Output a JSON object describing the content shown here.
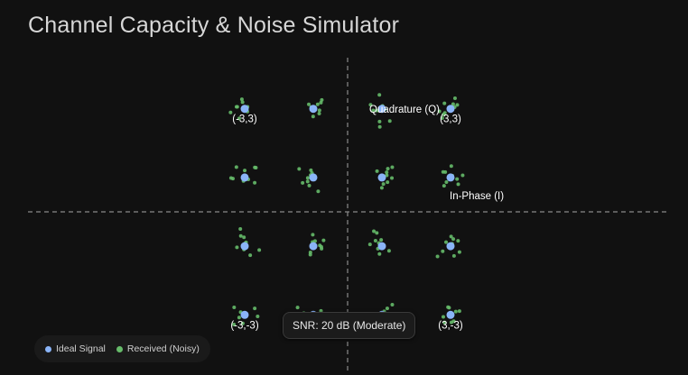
{
  "title": "Channel Capacity & Noise Simulator",
  "axes": {
    "quadrature_label": "Quadrature (Q)",
    "in_phase_label": "In-Phase (I)"
  },
  "corner_labels": {
    "top_left": "(-3,3)",
    "top_right": "(3,3)",
    "bottom_left": "(-3,-3)",
    "bottom_right": "(3,-3)"
  },
  "snr_badge": "SNR: 20 dB (Moderate)",
  "legend": {
    "ideal": "Ideal Signal",
    "received": "Received (Noisy)"
  },
  "colors": {
    "ideal": "#8ab4f8",
    "received": "#66bb6a",
    "axis": "#8a8a8a"
  },
  "chart_data": {
    "type": "scatter",
    "constellation": "16-QAM",
    "xlim": [
      -4,
      4
    ],
    "ylim": [
      -4,
      4
    ],
    "ideal_points": [
      [
        -3,
        3
      ],
      [
        -1,
        3
      ],
      [
        1,
        3
      ],
      [
        3,
        3
      ],
      [
        -3,
        1
      ],
      [
        -1,
        1
      ],
      [
        1,
        1
      ],
      [
        3,
        1
      ],
      [
        -3,
        -1
      ],
      [
        -1,
        -1
      ],
      [
        1,
        -1
      ],
      [
        3,
        -1
      ],
      [
        -3,
        -3
      ],
      [
        -1,
        -3
      ],
      [
        1,
        -3
      ],
      [
        3,
        -3
      ]
    ],
    "received_points_per_symbol": 9,
    "noise_spread": 0.2
  }
}
